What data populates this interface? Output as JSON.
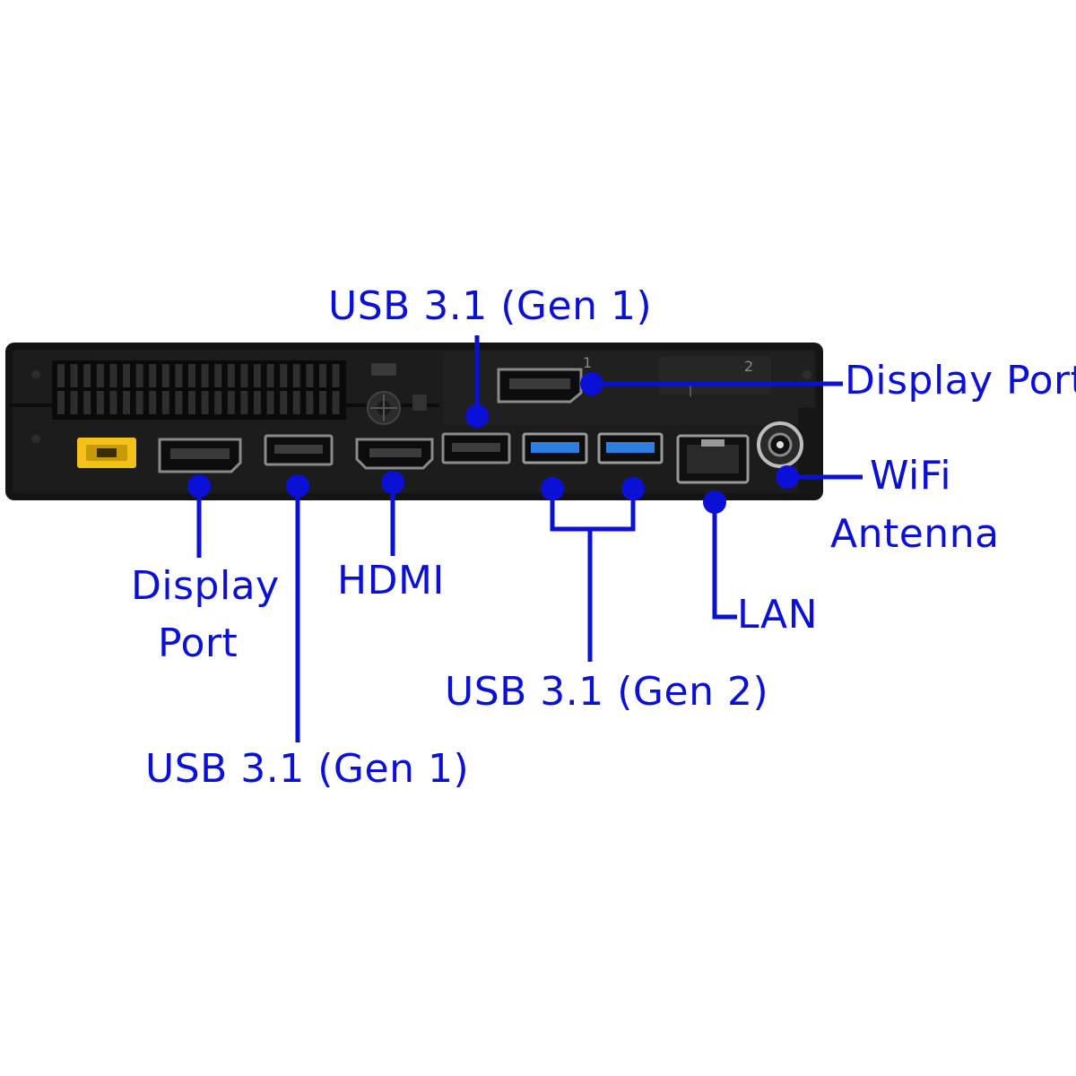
{
  "panel_marks": {
    "slot_1": "1",
    "slot_2": "2"
  },
  "labels": {
    "usb_top": "USB 3.1 (Gen 1)",
    "display_port_right": "Display Port",
    "wifi_line1": "WiFi",
    "wifi_line2": "Antenna",
    "display_port_bottom_line1": "Display",
    "display_port_bottom_line2": "Port",
    "hdmi": "HDMI",
    "lan": "LAN",
    "usb_gen2": "USB 3.1 (Gen 2)",
    "usb_bottom": "USB 3.1 (Gen 1)"
  },
  "colors": {
    "annotation": "#0a10d6",
    "chassis": "#141414",
    "power_port": "#f2c21a",
    "usb3_blue": "#2a7fe0"
  }
}
